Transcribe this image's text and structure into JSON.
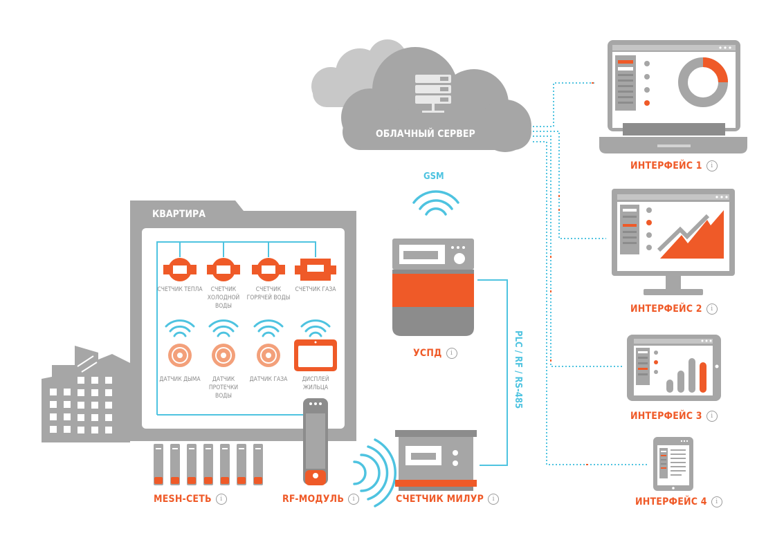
{
  "cloud": {
    "label": "ОБЛАЧНЫЙ СЕРВЕР"
  },
  "gsm": {
    "label": "GSM"
  },
  "apartment": {
    "label": "КВАРТИРА"
  },
  "meters": [
    {
      "label": "СЧЕТЧИК ТЕПЛА"
    },
    {
      "label": "СЧЕТЧИК ХОЛОДНОЙ ВОДЫ"
    },
    {
      "label": "СЧЕТЧИК ГОРЯЧЕЙ ВОДЫ"
    },
    {
      "label": "СЧЕТЧИК ГАЗА"
    }
  ],
  "sensors": [
    {
      "label": "ДАТЧИК ДЫМА"
    },
    {
      "label": "ДАТЧИК ПРОТЕЧКИ ВОДЫ"
    },
    {
      "label": "ДАТЧИК ГАЗА"
    },
    {
      "label": "ДИСПЛЕЙ ЖИЛЬЦА"
    }
  ],
  "devices": {
    "uspd": "УСПД",
    "mesh": "MESH-СЕТЬ",
    "rf_module": "RF-МОДУЛЬ",
    "milur": "СЧЕТЧИК МИЛУР",
    "link": "PLC / RF / RS-485"
  },
  "interfaces": [
    {
      "label": "ИНТЕРФЕЙС 1"
    },
    {
      "label": "ИНТЕРФЕЙС 2"
    },
    {
      "label": "ИНТЕРФЕЙС 3"
    },
    {
      "label": "ИНТЕРФЕЙС 4"
    }
  ],
  "info_glyph": "i",
  "colors": {
    "accent": "#ef5a28",
    "gray": "#a6a6a6",
    "dark_gray": "#8c8c8c",
    "light_blue": "#4ec3e0"
  }
}
